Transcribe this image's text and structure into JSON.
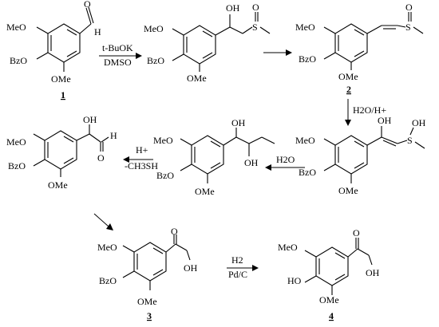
{
  "compounds": {
    "c1": {
      "number": "1",
      "groups": {
        "meo": "MeO",
        "bzo": "BzO",
        "ome": "OMe",
        "h": "H",
        "o": "O"
      }
    },
    "c_int1": {
      "groups": {
        "meo": "MeO",
        "bzo": "BzO",
        "ome": "OMe",
        "oh": "OH",
        "s": "S",
        "o": "O"
      }
    },
    "c2": {
      "number": "2",
      "groups": {
        "meo": "MeO",
        "bzo": "BzO",
        "ome": "OMe",
        "s": "S",
        "o": "O"
      }
    },
    "c_int2": {
      "groups": {
        "meo": "MeO",
        "bzo": "BzO",
        "ome": "OMe",
        "oh1": "OH",
        "s": "S",
        "oh2": "OH"
      }
    },
    "c_int3": {
      "groups": {
        "meo": "MeO",
        "bzo": "BzO",
        "ome": "OMe",
        "oh1": "OH",
        "oh2": "OH"
      }
    },
    "c_int4": {
      "groups": {
        "meo": "MeO",
        "bzo": "BzO",
        "ome": "OMe",
        "oh": "OH",
        "h": "H",
        "o": "O"
      }
    },
    "c3": {
      "number": "3",
      "groups": {
        "meo": "MeO",
        "bzo": "BzO",
        "ome": "OMe",
        "o": "O",
        "oh": "OH"
      }
    },
    "c4": {
      "number": "4",
      "groups": {
        "meo": "MeO",
        "ho": "HO",
        "ome": "OMe",
        "o": "O",
        "oh": "OH"
      }
    }
  },
  "reagents": {
    "r1_top": "t-BuOK",
    "r1_bottom": "DMSO",
    "r3": "H2O/H+",
    "r4": "H2O",
    "r5_top": "H+",
    "r5_bottom": "-CH3SH",
    "r7_top": "H2",
    "r7_bottom": "Pd/C"
  }
}
